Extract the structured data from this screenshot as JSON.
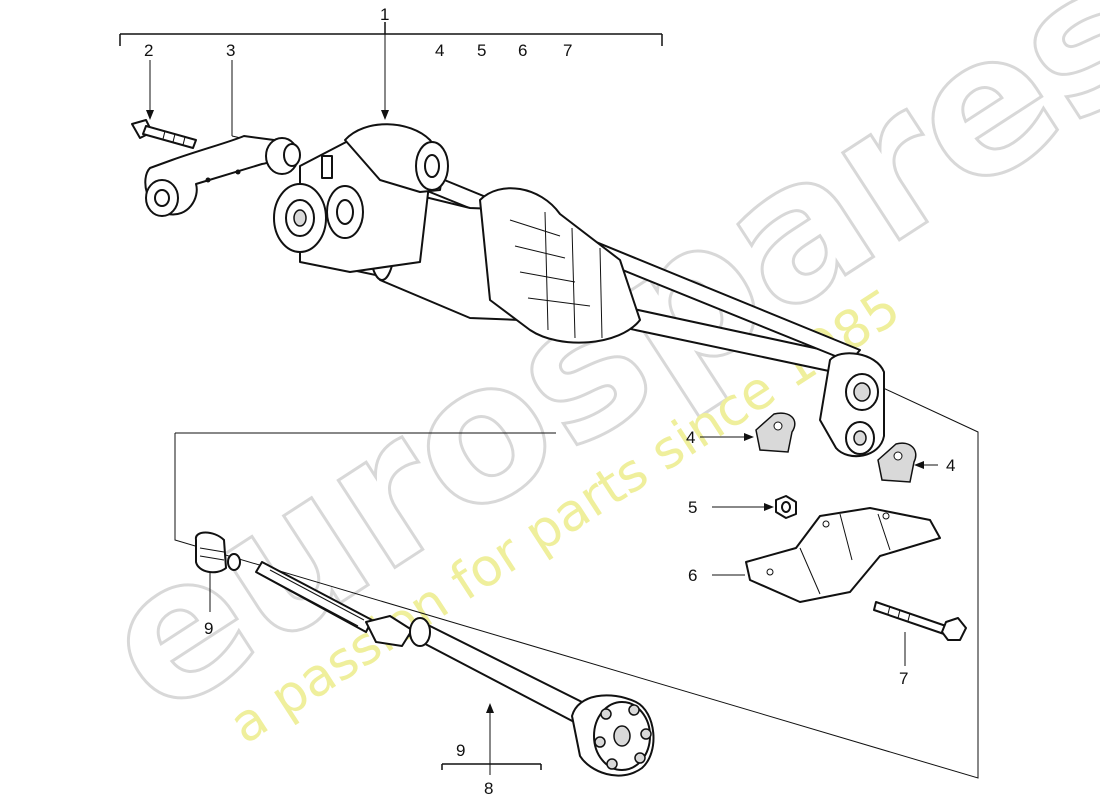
{
  "watermark": {
    "logo": "eurospares",
    "tagline": "a passion for parts since 1985"
  },
  "callouts": {
    "c1": "1",
    "c2": "2",
    "c3": "3",
    "c4a": "4",
    "c5a": "5",
    "c6a": "6",
    "c7a": "7",
    "c4b": "4",
    "c4c": "4",
    "c5b": "5",
    "c6b": "6",
    "c7b": "7",
    "c9a": "9",
    "c9b": "9",
    "c8": "8"
  }
}
